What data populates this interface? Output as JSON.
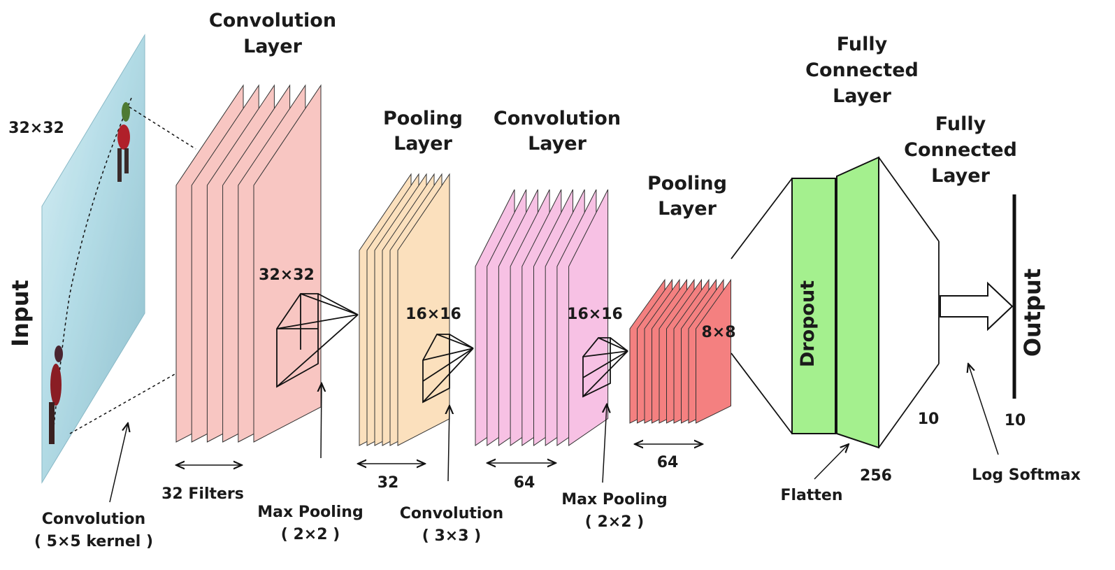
{
  "colors": {
    "conv1": "#f8c6c2",
    "pool1": "#fbe0bd",
    "conv2": "#f7c1e4",
    "pool2": "#f48080",
    "fc": "#a4f08e",
    "water_light": "#bfe4ee",
    "water_dark": "#6aa9bd"
  },
  "input": {
    "label": "Input",
    "dim": "32×32"
  },
  "layers": {
    "conv1": {
      "title_1": "Convolution",
      "title_2": "Layer",
      "dim": "32×32",
      "count": "32 Filters"
    },
    "pool1": {
      "title_1": "Pooling",
      "title_2": "Layer",
      "dim": "16×16",
      "count": "32"
    },
    "conv2": {
      "title_1": "Convolution",
      "title_2": "Layer",
      "dim": "16×16",
      "count": "64"
    },
    "pool2": {
      "title_1": "Pooling",
      "title_2": "Layer",
      "dim": "8×8",
      "count": "64"
    },
    "fc1": {
      "title_1": "Fully",
      "title_2": "Connected",
      "title_3": "Layer",
      "dropout": "Dropout",
      "size": "256",
      "flatten": "Flatten"
    },
    "fc2": {
      "title_1": "Fully",
      "title_2": "Connected",
      "title_3": "Layer",
      "size": "10"
    },
    "output": {
      "label": "Output",
      "size": "10",
      "activation": "Log Softmax"
    }
  },
  "operations": {
    "conv5": {
      "line_1": "Convolution",
      "line_2": "( 5×5 kernel )"
    },
    "maxpool1": {
      "line_1": "Max Pooling",
      "line_2": "( 2×2 )"
    },
    "conv3": {
      "line_1": "Convolution",
      "line_2": "( 3×3 )"
    },
    "maxpool2": {
      "line_1": "Max Pooling",
      "line_2": "( 2×2 )"
    }
  },
  "icons": [
    "arrow-icon",
    "double-arrow-icon",
    "output-arrow-icon"
  ]
}
